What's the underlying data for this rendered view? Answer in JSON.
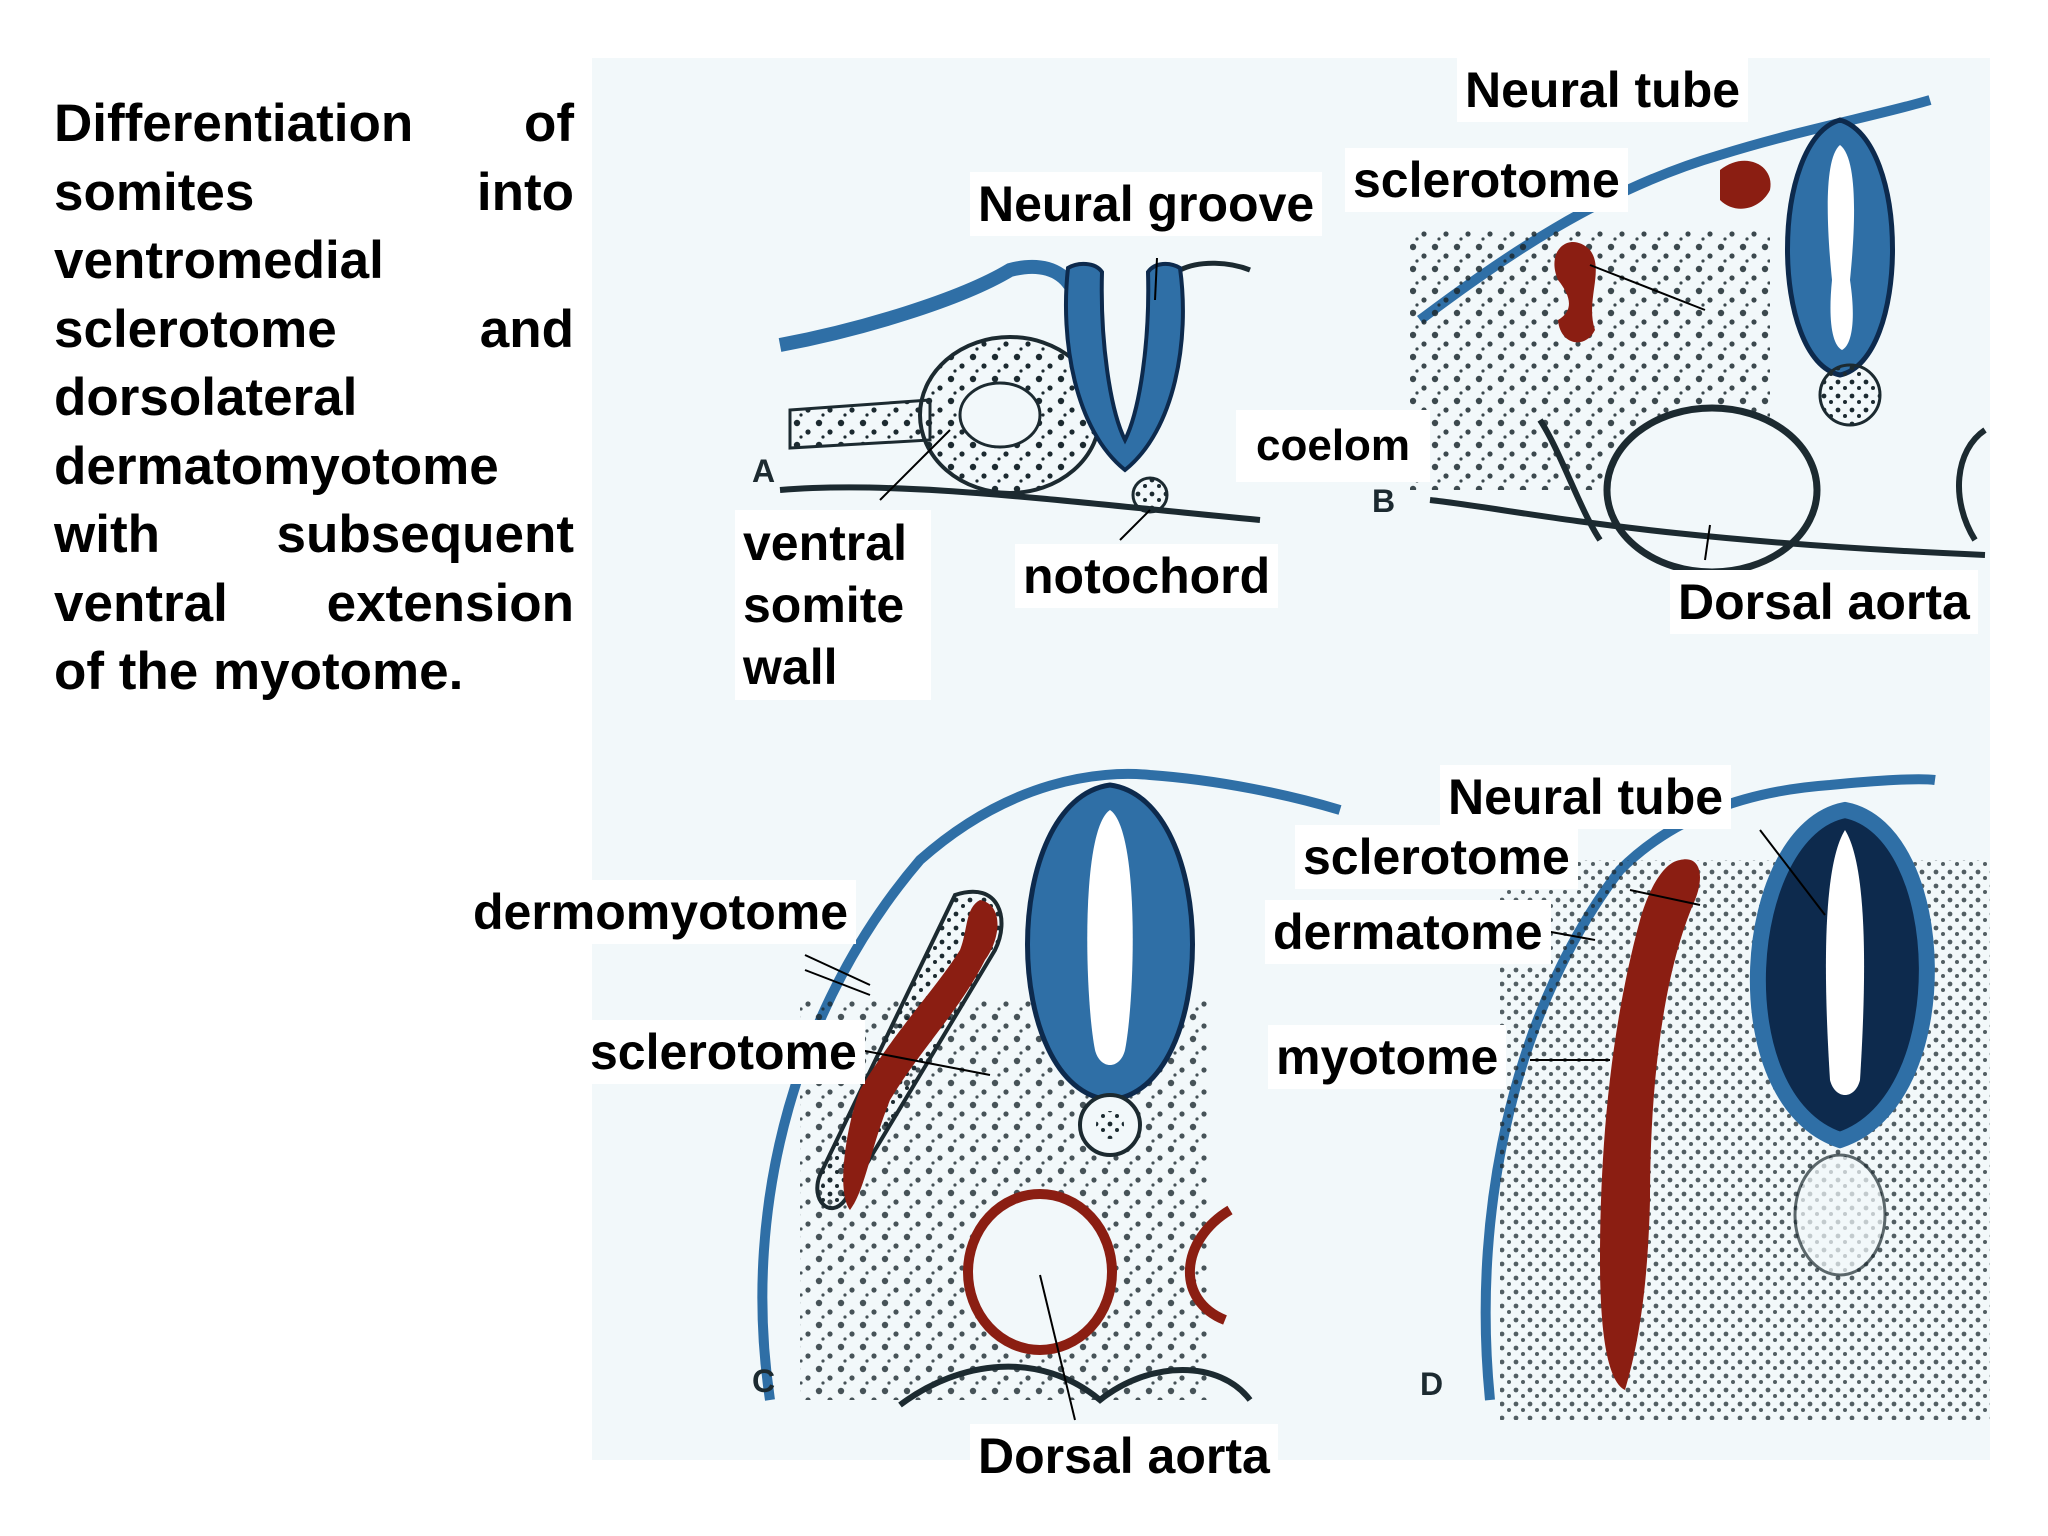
{
  "caption_lines": [
    "Differentiation of",
    "somites into",
    "ventromedial",
    "sclerotome and",
    "dorsolateral",
    "dermatomyotome",
    "with subsequent",
    "ventral extension",
    "of the myotome."
  ],
  "panel_letters": {
    "a": "A",
    "b": "B",
    "c": "C",
    "d": "D"
  },
  "labels": {
    "a_neural_groove": "Neural groove",
    "a_ventral_somite_wall": "ventral somite wall",
    "a_notochord": "notochord",
    "b_neural_tube": "Neural tube",
    "b_sclerotome": "sclerotome",
    "b_coelom": "coelom",
    "b_dorsal_aorta": "Dorsal aorta",
    "c_dermomyotome": "dermomyotome",
    "c_sclerotome": "sclerotome",
    "c_dorsal_aorta": "Dorsal aorta",
    "d_neural_tube": "Neural tube",
    "d_sclerotome": "sclerotome",
    "d_dermatome": "dermatome",
    "d_myotome": "myotome"
  },
  "colors": {
    "neural_tube": "#2f6fa6",
    "neural_tube_dark": "#0d2a4d",
    "somite_red": "#8b1e12",
    "figure_bg": "#f2f8fa",
    "cell_dots": "#1c2a30"
  }
}
